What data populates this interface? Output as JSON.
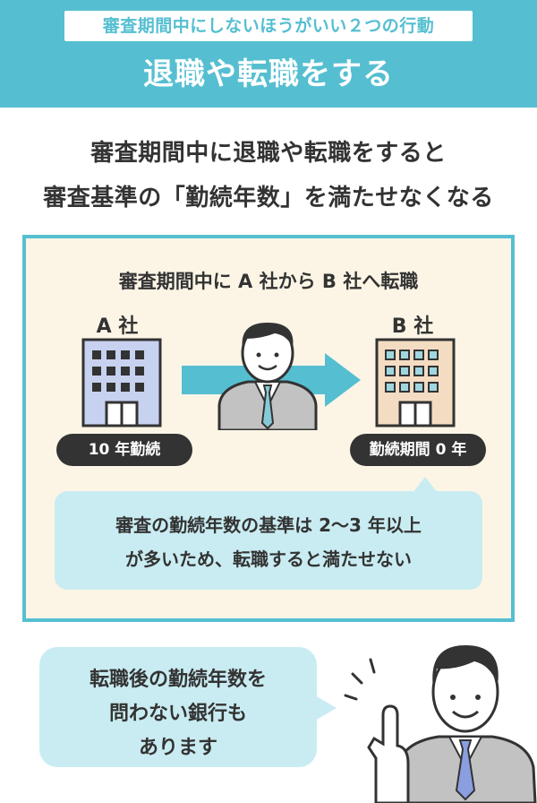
{
  "header": {
    "subtitle": "審査期間中にしないほうがいい２つの行動",
    "title": "退職や転職をする"
  },
  "lead": {
    "line1": "審査期間中に退職や転職をすると",
    "line2": "審査基準の「勤続年数」を満たせなくなる"
  },
  "diagram": {
    "title": "審査期間中に A 社から B 社へ転職",
    "company_a": "A 社",
    "company_b": "B 社",
    "tenure_a": "10 年勤続",
    "tenure_b": "勤続期間 0 年",
    "note_line1": "審査の勤続年数の基準は 2〜3 年以上",
    "note_line2": "が多いため、転職すると満たせない"
  },
  "speech": {
    "line1": "転職後の勤続年数を",
    "line2": "問わない銀行も",
    "line3": "あります"
  },
  "colors": {
    "accent": "#55bfd1",
    "light_accent": "#c9ecf2",
    "box_bg": "#fcf5e6",
    "building_a": "#c7d2f0",
    "building_b": "#f4dcc2",
    "text": "#333333"
  }
}
